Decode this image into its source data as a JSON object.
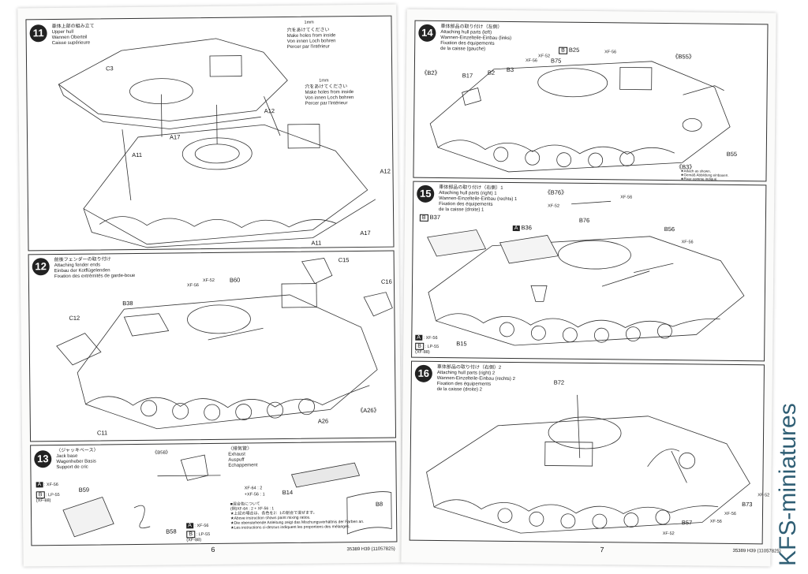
{
  "left_page": {
    "page_number": "6",
    "footer_code": "35389 H39 (11057825)",
    "step11": {
      "number": "11",
      "title": "車体上部の組み立て\nUpper hull\nWannen Oberteil\nCaisse supérieure",
      "note1": "穴をあけてください\nMake holes from inside\nVon innen Loch bohren\nPercer par l'intérieur",
      "note2": "穴をあけてください\nMake holes from inside\nVon innen Loch bohren\nPercer par l'intérieur",
      "drill1": "1mm",
      "drill2": "1mm",
      "labels": [
        "C3",
        "A12",
        "A17",
        "A11",
        "A12",
        "A11",
        "A17"
      ]
    },
    "step12": {
      "number": "12",
      "title": "前後フェンダーの取り付け\nAttaching fender ends\nEinbau der Kotflügelenden\nFixation des extrémités de garde-boue",
      "labels": [
        "C15",
        "B60",
        "C16",
        "B38",
        "C12",
        "C11",
        "A26",
        "《A26》"
      ],
      "paints": [
        "XF-56",
        "XF-52"
      ]
    },
    "step13": {
      "number": "13",
      "title": "〈ジャッキベース〉\nJack base\nWagenheber Basis\nSupport de cric",
      "sub_b58": "《B58》",
      "exhaust_title": "〈排気管〉\nExhaust\nAuspuff\nEchappement",
      "paint_a": ": XF-56",
      "paint_b": ": LP-55\n(XF-88)",
      "paint_a2": ": XF-56",
      "paint_b2": ": LP-55\n(XF-88)",
      "labels": [
        "B59",
        "B58",
        "B14",
        "B8"
      ],
      "mix_line1": "XF-64 : 2",
      "mix_line2": "+XF-56 : 1",
      "mixing_note": "■混合色について\n(例)XF-64 : 2 + XF-56 : 1\n★上記の場合は、各色を2：1の割合で混ぜます。\n★Above instruction shows paint mixing ratios.\n★Die obenstehende Anleitung zeigt das Mischungsverhältnis der Farben an.\n★Les instructions ci-dessus indiquent les proportions des mélanges."
    }
  },
  "right_page": {
    "page_number": "7",
    "footer_code": "35389 H39 (11057825)",
    "step14": {
      "number": "14",
      "title": "車体部品の取り付け（左側）\nAttaching hull parts (left)\nWannen-Einzelteile-Einbau (links)\nFixation des équipements\nde la caisse (gauche)",
      "labels": [
        "B25",
        "《B55》",
        "《B2》",
        "B17",
        "B2",
        "B3",
        "B75",
        "B55",
        "《B3》"
      ],
      "paints": [
        "XF-56",
        "XF-56",
        "XF-52"
      ],
      "b3_note": "★Attach as shown.\n★Gemäß Abbildung einbauen.\n★Fixer comme indiqué."
    },
    "step15": {
      "number": "15",
      "title": "車体部品の取り付け（右側）1\nAttaching hull parts (right) 1\nWannen-Einzelteile-Einbau (rechts) 1\nFixation des équipements\nde la caisse (droite) 1",
      "labels": [
        "《B76》",
        "B37",
        "B36",
        "B76",
        "B56",
        "B15"
      ],
      "paints": [
        "XF-56",
        "XF-56",
        "XF-52"
      ],
      "paint_a": ": XF-56",
      "paint_b": ": LP-55\n(XF-88)"
    },
    "step16": {
      "number": "16",
      "title": "車体部品の取り付け（右側）2\nAttaching hull parts (right) 2\nWannen-Einzelteile-Einbau (rechts) 2\nFixation des équipements\nde la caisse (droite) 2",
      "labels": [
        "B72",
        "B73",
        "B57"
      ],
      "paints": [
        "XF-52",
        "XF-56",
        "XF-56",
        "XF-52"
      ]
    }
  },
  "watermark": "KFS-miniatures"
}
